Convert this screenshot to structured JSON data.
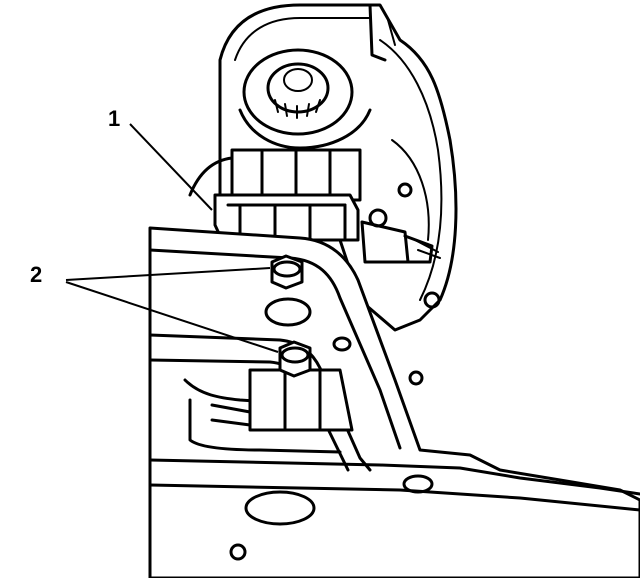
{
  "callouts": [
    {
      "label": "1",
      "target": "transmission-mount"
    },
    {
      "label": "2",
      "target": "mount-bolts"
    }
  ]
}
